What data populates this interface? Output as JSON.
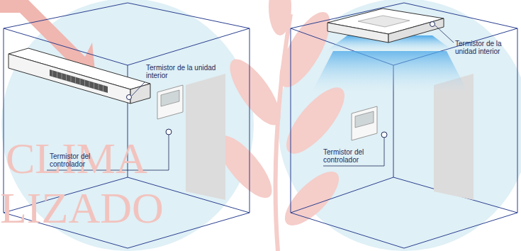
{
  "diagram": {
    "labels": [
      "CLIMA",
      "LIZADO",
      "Termistor de la unidad interior",
      "Termistor del controlador",
      "Termistor de la unidad interior",
      "Termistor del controlador"
    ]
  }
}
